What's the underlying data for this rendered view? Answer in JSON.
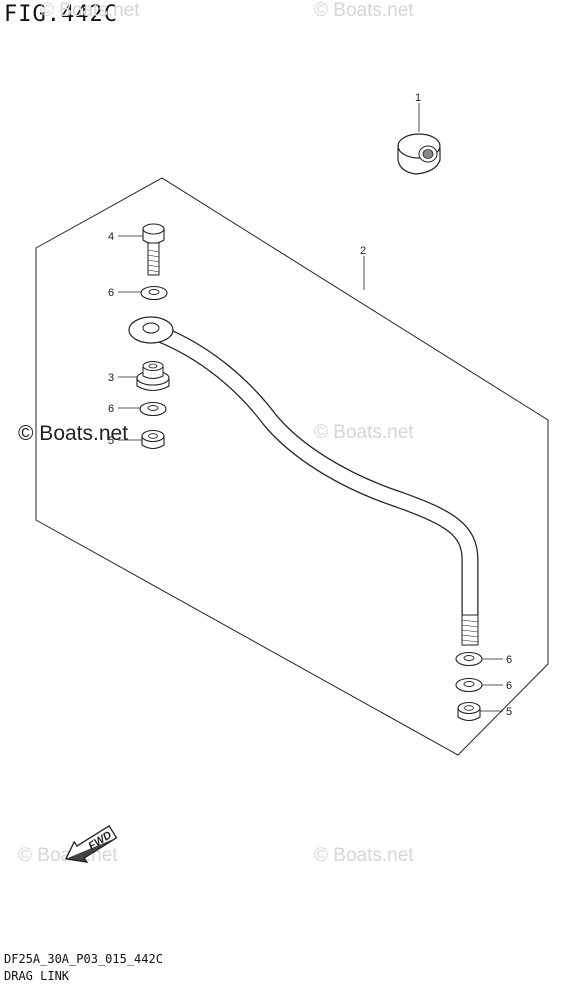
{
  "figure": {
    "title": "FIG.442C",
    "code": "DF25A_30A_P03_015_442C",
    "name": "DRAG LINK"
  },
  "watermarks": [
    "© Boats.net",
    "© Boats.net",
    "© Boats.net",
    "© Boats.net",
    "© Boats.net",
    "© Boats.net"
  ],
  "callouts": {
    "part1": "1",
    "part2": "2",
    "part3": "3",
    "part4": "4",
    "part5_upper": "5",
    "part5_lower": "5",
    "part6_a": "6",
    "part6_b": "6",
    "part6_c": "6",
    "part6_d": "6"
  },
  "fwd_label": "FWD",
  "colors": {
    "line": "#222222",
    "watermark": "#d6d6d6"
  }
}
